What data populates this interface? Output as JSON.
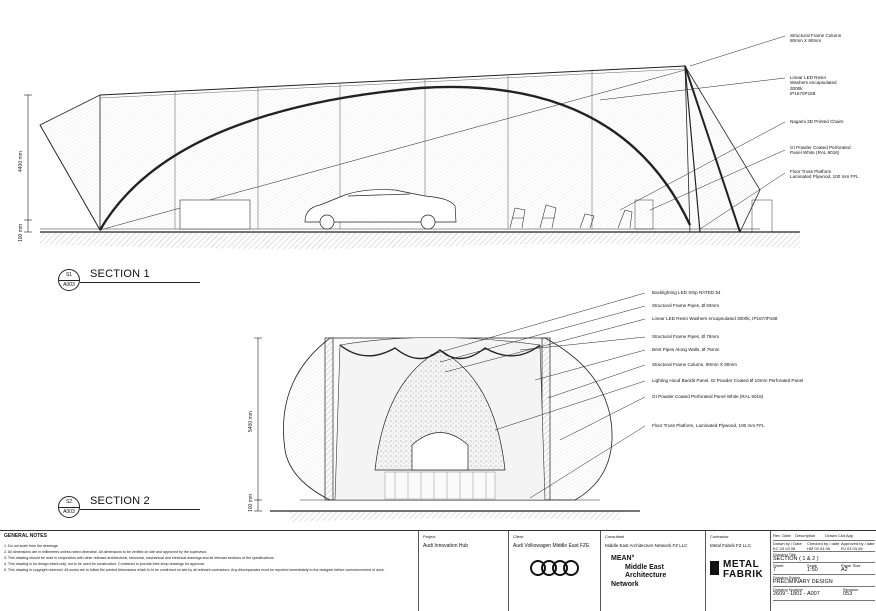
{
  "section1": {
    "title": "SECTION 1",
    "badge_top": "S1",
    "badge_bottom": "A003",
    "dim_height": "4400 mm",
    "dim_base": "100 mm",
    "callouts": [
      "Structural Frame Column\n80mm X 80mm",
      "Linear LED Resin\nWashers encapsulated\n3000k\nIP167/IP168",
      "Nagami 3D Printed Chairs",
      "GI Powder Coated Perforated\nPanel White (RAL 9016)",
      "Floor Truss Platform\nLaminated Plywood, 100 mm FFL"
    ]
  },
  "section2": {
    "title": "SECTION 2",
    "badge_top": "S2",
    "badge_bottom": "A003",
    "dim_height": "5400 mm",
    "dim_base": "100 mm",
    "callouts": [
      "Backlighting LED Strip RATED 54",
      "Structural Frame Pipes, Ø 63mm",
      "Linear LED Resin Washers encapsulated 3000k, IP167/IP168",
      "Structural Frame Pipes, Ø 76mm",
      "Bent Pipes Along Walls, Ø 76mm",
      "Structural Frame Column, 80mm X 80mm",
      "Lighting Hood Backlit Panel, GI Powder Coated Ø 10mm Perforated Panel",
      "GI Powder Coated Perforated Panel White (RAL 9016)",
      "Floor Truss Platform, Laminated Plywood, 100 mm FFL"
    ]
  },
  "notes": {
    "heading": "GENERAL NOTES",
    "items": [
      "1. Do not scale from the drawings.",
      "2. All dimensions are in millimeters unless noted otherwise. All dimensions to be verified on site and approved by the supervisor.",
      "3. This drawing should be read in conjunction with other relevant architectural, structural, mechanical and electrical drawings and all relevant sections of the specifications.",
      "4. This drawing is for design intent only, not to be used for construction. Contractor to provide their shop drawings for approval.",
      "5. This drawing is copyright reserved. All works are to follow the printed dimensions which is to be confirmed on site by all relevant contractors. Any discrepancies must be reported immediately to the designer before commencement of work."
    ]
  },
  "titleblock": {
    "project_label": "Project",
    "project": "Audi Innovation Hub",
    "client_label": "Client",
    "client": "Audi Volkswagen Middle East FZE",
    "consultant_label": "Consultant",
    "consultant": "Middle East Architecture Network FZ LLC",
    "consultant_logo": [
      "MEAN°",
      "Middle East",
      "Architecture",
      "Network"
    ],
    "contractor_label": "Contractor",
    "contractor": "Metal Fabrik FZ LLC",
    "contractor_logo": [
      "METAL",
      "FABRIK"
    ],
    "rev_headers": [
      "Rev",
      "Date",
      "Description",
      "Drawn",
      "Ckd",
      "App"
    ],
    "drawn_by_label": "Drawn by / Date",
    "drawn_by": "KC  03 03 08",
    "checked_by_label": "Checked by / date",
    "checked_by": "HM  03 03 08",
    "approved_by_label": "Approved by / date",
    "approved_by": "RJ  03 03 08",
    "drawing_title_label": "Drawing Title",
    "drawing_title": "SECTION ( 1 & 2 )",
    "sheet_label": "Sheet",
    "sheet": "7",
    "scale_label": "Scale",
    "scale": "1:50",
    "paper_label": "Paper Size",
    "paper": "A2",
    "status_label": "Drawing Status",
    "status": "PRELIMINARY DESIGN",
    "number_label": "Drawing Number",
    "number": "2609 - 1801 - A007",
    "revision_label": "Revision",
    "revision": "053"
  },
  "colors": {
    "line": "#222222",
    "ground": "#9a9a9a",
    "panel": "#cfcfcf"
  }
}
